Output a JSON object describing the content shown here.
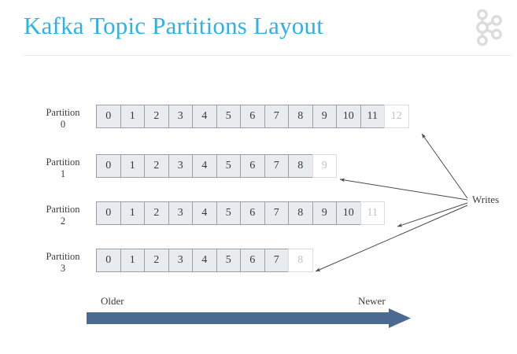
{
  "slide": {
    "title": "Kafka Topic Partitions Layout",
    "logo_icon": "kafka-logo-icon",
    "title_color": "#29b2ec",
    "rule_color": "#ececed",
    "background": "#ffffff"
  },
  "diagram": {
    "writes_label": "Writes",
    "time_axis": {
      "older_label": "Older",
      "newer_label": "Newer",
      "arrow_color": "#4a6a91"
    },
    "cell_colors": {
      "filled_fill": "#e9ecef",
      "filled_border": "#9aa0a6",
      "filled_text": "#3a3a3a",
      "empty_fill": "#ffffff",
      "empty_border": "#d9dcdf",
      "empty_text": "#bfc3c7"
    },
    "partitions": [
      {
        "name": "Partition",
        "index": "0",
        "filled_offsets": [
          "0",
          "1",
          "2",
          "3",
          "4",
          "5",
          "6",
          "7",
          "8",
          "9",
          "10",
          "11"
        ],
        "next_offset": "12"
      },
      {
        "name": "Partition",
        "index": "1",
        "filled_offsets": [
          "0",
          "1",
          "2",
          "3",
          "4",
          "5",
          "6",
          "7",
          "8"
        ],
        "next_offset": "9"
      },
      {
        "name": "Partition",
        "index": "2",
        "filled_offsets": [
          "0",
          "1",
          "2",
          "3",
          "4",
          "5",
          "6",
          "7",
          "8",
          "9",
          "10"
        ],
        "next_offset": "11"
      },
      {
        "name": "Partition",
        "index": "3",
        "filled_offsets": [
          "0",
          "1",
          "2",
          "3",
          "4",
          "5",
          "6",
          "7"
        ],
        "next_offset": "8"
      }
    ]
  }
}
